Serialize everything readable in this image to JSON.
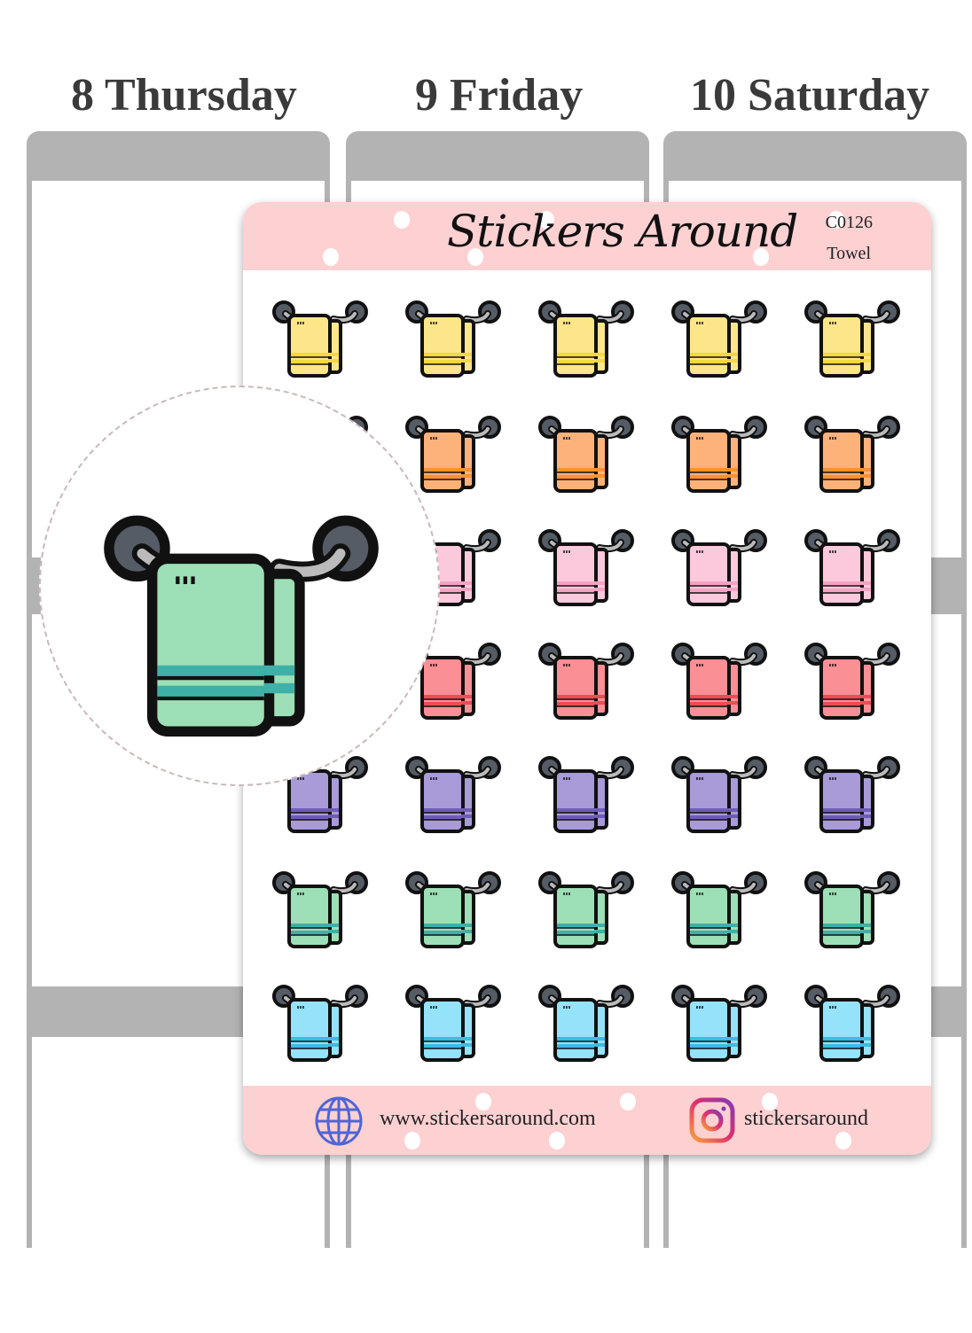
{
  "planner": {
    "days": [
      "8 Thursday",
      "9 Friday",
      "10 Saturday"
    ]
  },
  "sheet": {
    "brand": "Stickers Around",
    "code": "C0126",
    "name": "Towel",
    "website": "www.stickersaround.com",
    "instagram": "stickersaround",
    "rows": [
      {
        "color": "yellow",
        "fill": "#fde68a",
        "stripe": "#f5d742"
      },
      {
        "color": "orange",
        "fill": "#fdb27a",
        "stripe": "#f79232"
      },
      {
        "color": "pink",
        "fill": "#fcc9dc",
        "stripe": "#f4a3c4"
      },
      {
        "color": "red",
        "fill": "#fb8f96",
        "stripe": "#ef4b55"
      },
      {
        "color": "purple",
        "fill": "#a99ad8",
        "stripe": "#6f5cb8"
      },
      {
        "color": "green",
        "fill": "#9ddfb6",
        "stripe": "#3fb0a8"
      },
      {
        "color": "blue",
        "fill": "#94e3fb",
        "stripe": "#3bbde0"
      }
    ],
    "columns": 5
  },
  "magnifier": {
    "fill": "#9ddfb6",
    "stripe": "#3fb0a8"
  },
  "icons": {
    "website": "globe-icon",
    "instagram": "instagram-icon"
  }
}
